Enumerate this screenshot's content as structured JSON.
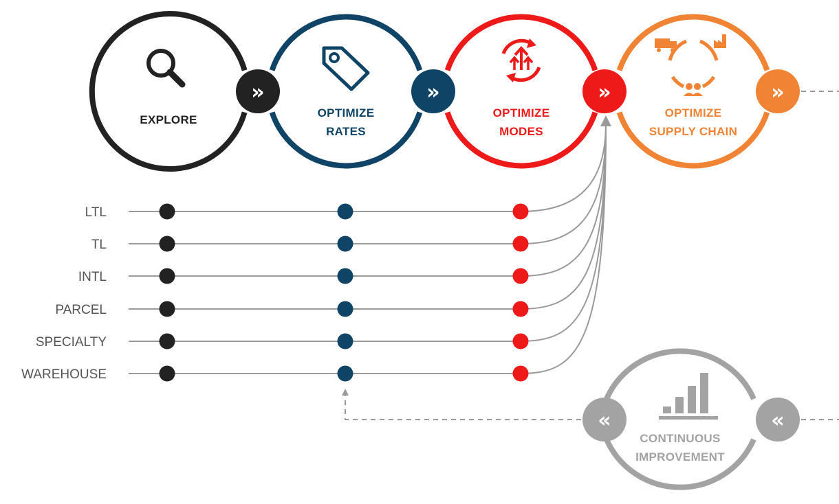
{
  "colors": {
    "explore": "#222222",
    "optimize_rates": "#0f4466",
    "optimize_modes": "#ee1a1a",
    "optimize_supply_chain": "#f08434",
    "continuous_improvement": "#a3a3a3",
    "connector": "#9a9a9a"
  },
  "steps": [
    {
      "id": "explore",
      "line1": "EXPLORE",
      "line2": "",
      "icon": "magnifier-icon",
      "connector_glyph": "»"
    },
    {
      "id": "optimize_rates",
      "line1": "OPTIMIZE",
      "line2": "RATES",
      "icon": "price-tag-icon",
      "connector_glyph": "»"
    },
    {
      "id": "optimize_modes",
      "line1": "OPTIMIZE",
      "line2": "MODES",
      "icon": "modes-cycle-icon",
      "connector_glyph": "»"
    },
    {
      "id": "optimize_supply_chain",
      "line1": "OPTIMIZE",
      "line2": "SUPPLY CHAIN",
      "icon": "supply-chain-icon",
      "connector_glyph": "»"
    }
  ],
  "feedback": {
    "line1": "CONTINUOUS",
    "line2": "IMPROVEMENT",
    "icon": "bar-chart-icon",
    "connector_glyph": "«"
  },
  "rows": [
    "LTL",
    "TL",
    "INTL",
    "PARCEL",
    "SPECIALTY",
    "WAREHOUSE"
  ]
}
